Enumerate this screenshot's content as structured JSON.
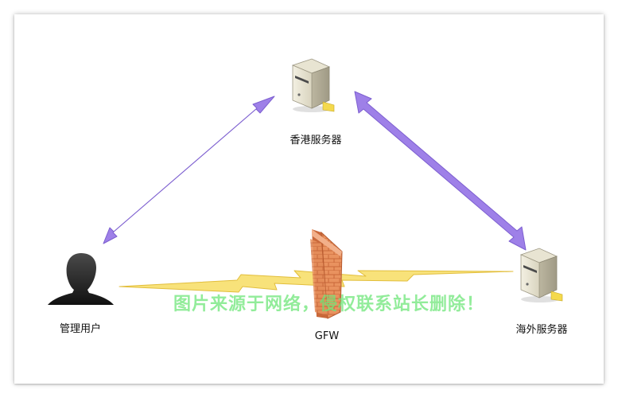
{
  "nodes": {
    "hk_server": {
      "label": "香港服务器",
      "icon": "server-icon"
    },
    "overseas_server": {
      "label": "海外服务器",
      "icon": "server-icon"
    },
    "admin_user": {
      "label": "管理用户",
      "icon": "user-silhouette-icon"
    },
    "firewall": {
      "label": "GFW",
      "icon": "firewall-icon"
    }
  },
  "edges": [
    {
      "from": "admin_user",
      "to": "hk_server",
      "style": "double-arrow"
    },
    {
      "from": "hk_server",
      "to": "overseas_server",
      "style": "double-arrow"
    },
    {
      "from": "admin_user",
      "to": "overseas_server",
      "style": "lightning-blocked"
    }
  ],
  "colors": {
    "arrow": "#9e80e8",
    "arrow_stroke": "#7d5fd0",
    "bolt": "#f8e27a",
    "bolt_stroke": "#e2be3c",
    "firewall": "#e9925f",
    "firewall_mortar": "#c9683a",
    "watermark": "#6ee678"
  },
  "watermark": "图片来源于网络，侵权联系站长删除！"
}
